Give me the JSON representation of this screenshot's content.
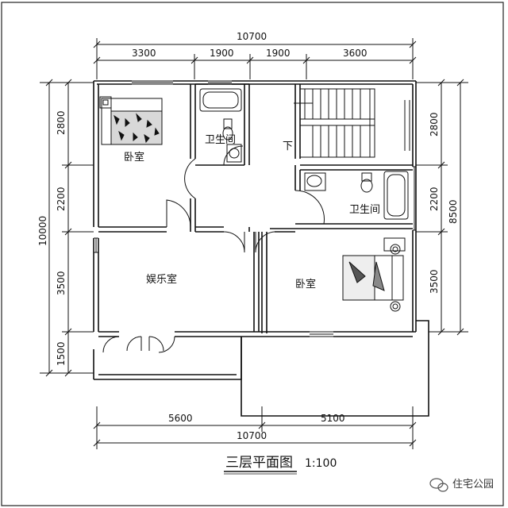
{
  "dimensions": {
    "top_total": "10700",
    "top_segments": [
      "3300",
      "1900",
      "1900",
      "3600"
    ],
    "bottom_segments": [
      "5600",
      "5100"
    ],
    "bottom_total": "10700",
    "left_segments": [
      "2800",
      "2200",
      "3500",
      "1500"
    ],
    "left_total": "10000",
    "right_segments": [
      "2800",
      "2200",
      "3500"
    ],
    "right_total": "8500"
  },
  "rooms": {
    "bedroom_top_left": "卧室",
    "bathroom_top": "卫生间",
    "bathroom_right": "卫生间",
    "entertainment_room": "娱乐室",
    "bedroom_bottom_right": "卧室"
  },
  "stair_mark": "下",
  "title": "三层平面图",
  "scale": "1:100",
  "watermark": "住宅公园",
  "colors": {
    "line": "#111111",
    "background": "#ffffff",
    "frame": "#222222"
  }
}
